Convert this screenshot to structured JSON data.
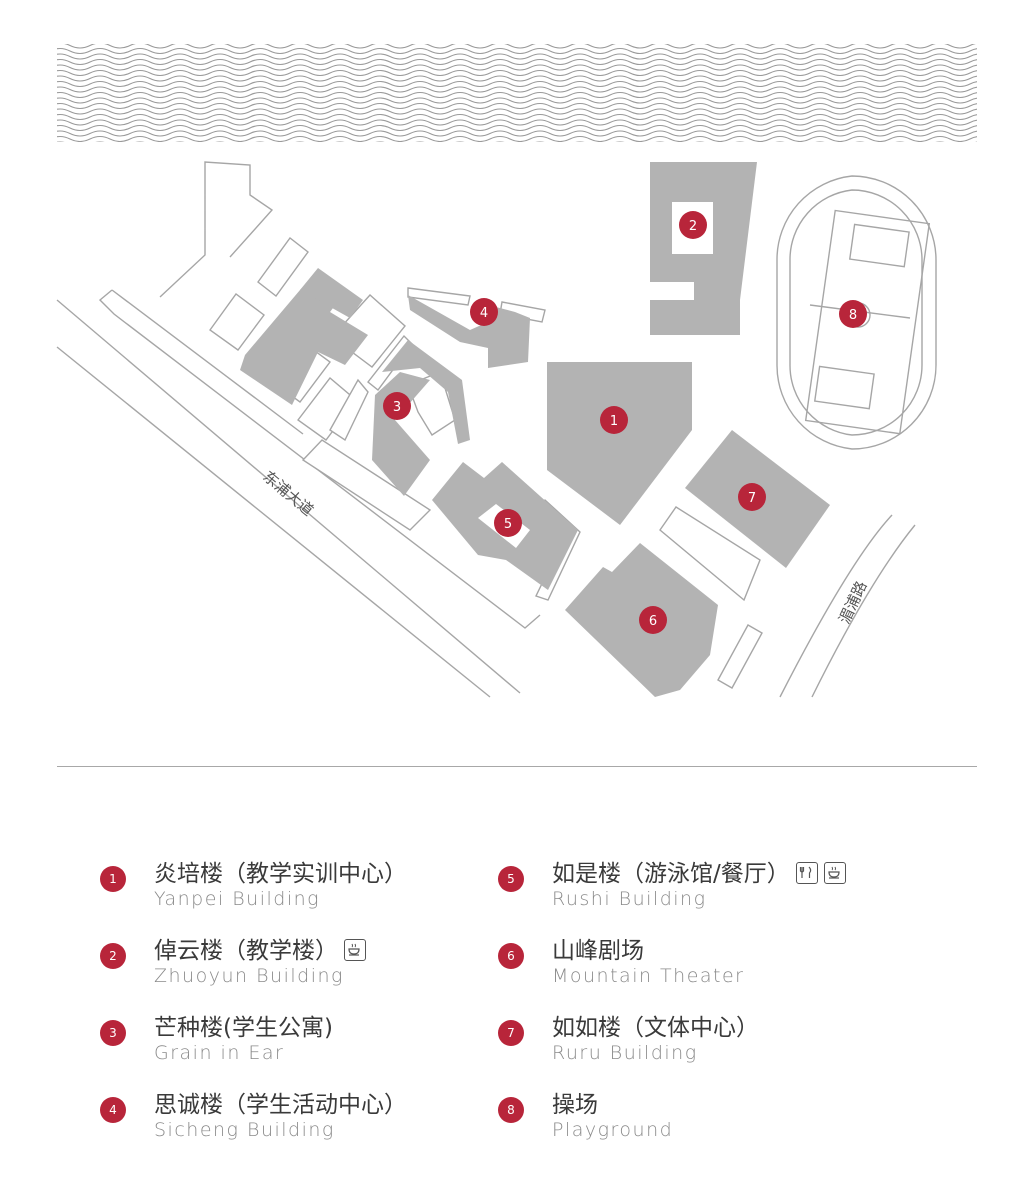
{
  "map": {
    "roads": [
      "东浦大道",
      "湄浦路"
    ],
    "marker_color": "#b8253a",
    "building_color": "#b3b3b3",
    "markers": [
      "1",
      "2",
      "3",
      "4",
      "5",
      "6",
      "7",
      "8"
    ]
  },
  "legend": [
    {
      "num": "1",
      "cn": "炎培楼（教学实训中心）",
      "en": "Yanpei Building",
      "icons": []
    },
    {
      "num": "2",
      "cn": "倬云楼（教学楼）",
      "en": "Zhuoyun Building",
      "icons": [
        "coffee-icon"
      ]
    },
    {
      "num": "3",
      "cn": "芒种楼(学生公寓)",
      "en": "Grain in Ear",
      "icons": []
    },
    {
      "num": "4",
      "cn": "思诚楼（学生活动中心）",
      "en": "Sicheng Building",
      "icons": []
    },
    {
      "num": "5",
      "cn": "如是楼（游泳馆/餐厅）",
      "en": "Rushi Building",
      "icons": [
        "dining-icon",
        "coffee-icon"
      ]
    },
    {
      "num": "6",
      "cn": "山峰剧场",
      "en": "Mountain Theater",
      "icons": []
    },
    {
      "num": "7",
      "cn": "如如楼（文体中心）",
      "en": "Ruru Building",
      "icons": []
    },
    {
      "num": "8",
      "cn": "操场",
      "en": "Playground",
      "icons": []
    }
  ]
}
